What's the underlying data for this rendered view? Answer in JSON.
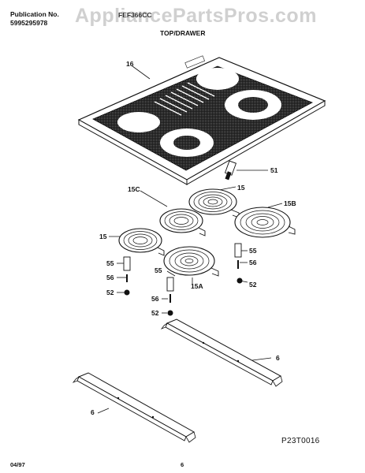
{
  "header": {
    "publication_label": "Publication No.",
    "publication_number": "5995295978",
    "model": "FEF366CC",
    "section_title": "TOP/DRAWER"
  },
  "watermark": "AppliancePartsPros.com",
  "callouts": {
    "c16": "16",
    "c51": "51",
    "c15c": "15C",
    "c15_top": "15",
    "c15b": "15B",
    "c15_left": "15",
    "c55_left": "55",
    "c56_left": "56",
    "c52_left": "52",
    "c55_mid": "55",
    "c15a": "15A",
    "c56_mid": "56",
    "c52_mid": "52",
    "c55_right": "55",
    "c56_right": "56",
    "c52_right": "52",
    "c6_right": "6",
    "c6_left": "6"
  },
  "diagram_code": "P23T0016",
  "footer": {
    "date": "04/97",
    "page": "6"
  }
}
